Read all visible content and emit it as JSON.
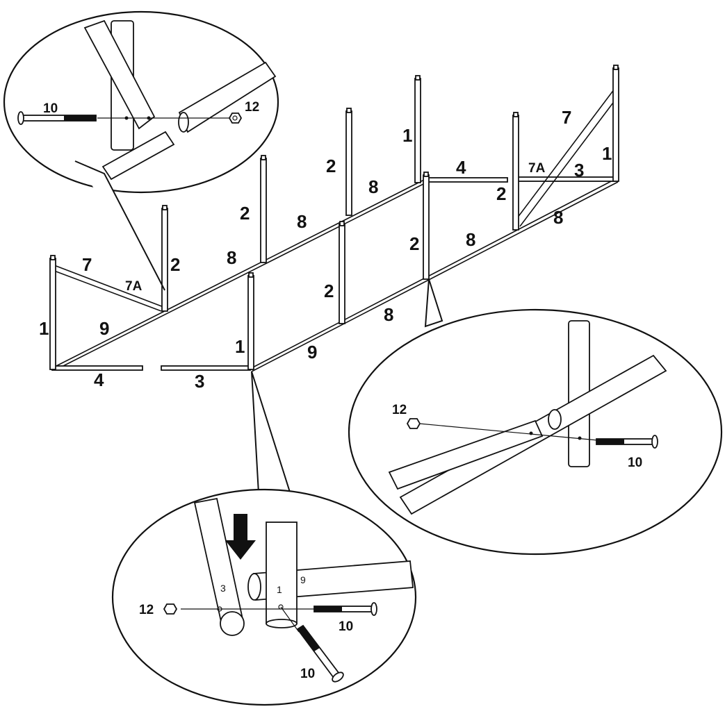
{
  "diagram": {
    "frame_labels": {
      "post_1_front_left": "1",
      "post_1_front_mid": "1",
      "post_1_back_mid": "1",
      "post_1_back_right": "1",
      "post_2_a": "2",
      "post_2_b": "2",
      "post_2_c": "2",
      "post_2_d": "2",
      "post_2_e": "2",
      "post_2_f": "2",
      "bar_9_left": "9",
      "bar_9_front": "9",
      "bar_8_a": "8",
      "bar_8_b": "8",
      "bar_8_c": "8",
      "bar_8_d": "8",
      "bar_8_e": "8",
      "bar_8_f": "8",
      "bar_4_front": "4",
      "bar_3_front": "3",
      "bar_4_back": "4",
      "bar_3_back": "3",
      "brace_7_left": "7",
      "brace_7a_left": "7A",
      "brace_7_right": "7",
      "brace_7a_right": "7A"
    },
    "detail_top_left": {
      "bolt": "10",
      "nut": "12"
    },
    "detail_right": {
      "bolt": "10",
      "nut": "12"
    },
    "detail_bottom": {
      "pipe_left": "3",
      "pipe_post": "1",
      "pipe_bar": "9",
      "nut": "12",
      "bolt_a": "10",
      "bolt_b": "10"
    },
    "icons": [
      "down-arrow-icon",
      "bolt-icon",
      "nut-icon"
    ]
  }
}
